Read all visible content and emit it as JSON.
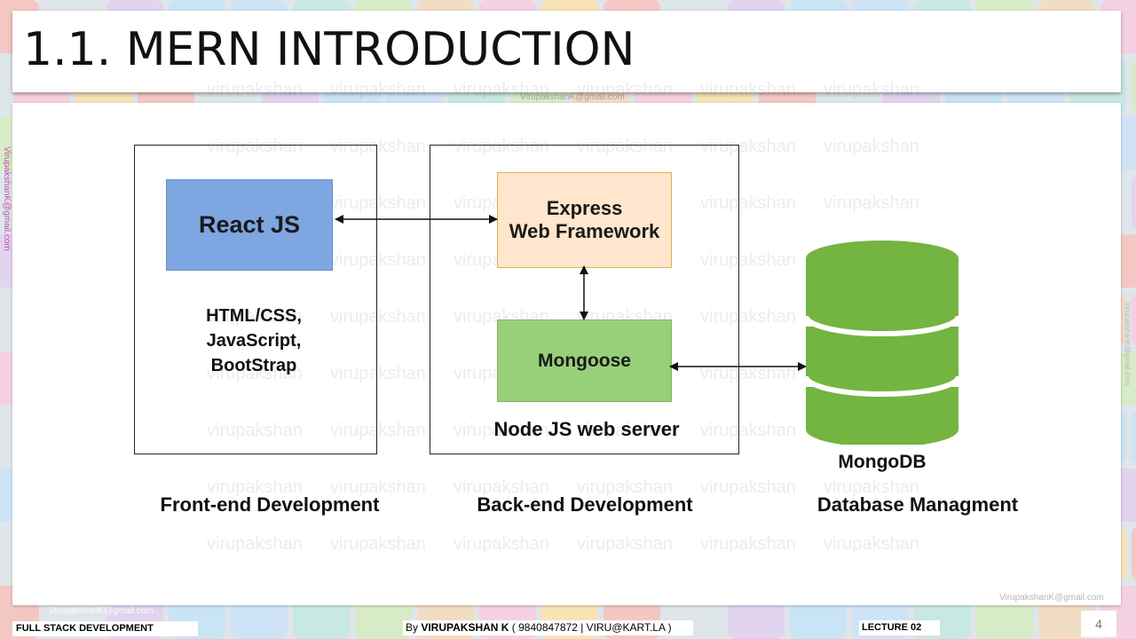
{
  "slide": {
    "title": "1.1. MERN INTRODUCTION",
    "watermark_text": "virupakshan",
    "email": "VirupakshanK@gmail.com",
    "page_number": "4"
  },
  "diagram": {
    "react": "React JS",
    "frontend_tech": [
      "HTML/CSS,",
      "JavaScript,",
      "BootStrap"
    ],
    "express": [
      "Express",
      "Web Framework"
    ],
    "mongoose": "Mongoose",
    "node_server": "Node JS web server",
    "mongodb": "MongoDB",
    "frontend_label": "Front-end Development",
    "backend_label": "Back-end Development",
    "database_label": "Database Managment"
  },
  "footer": {
    "course": "FULL STACK DEVELOPMENT",
    "author_prefix": "By ",
    "author": "VIRUPAKSHAN K",
    "contact": " ( 9840847872 | VIRU@KART.LA )",
    "lecture": "LECTURE 02"
  },
  "colors": {
    "react_fill": "#7ea6e0",
    "express_fill": "#ffe6cc",
    "express_border": "#d6b656",
    "mongoose_fill": "#98d07a",
    "mongodb_fill": "#74b440"
  }
}
